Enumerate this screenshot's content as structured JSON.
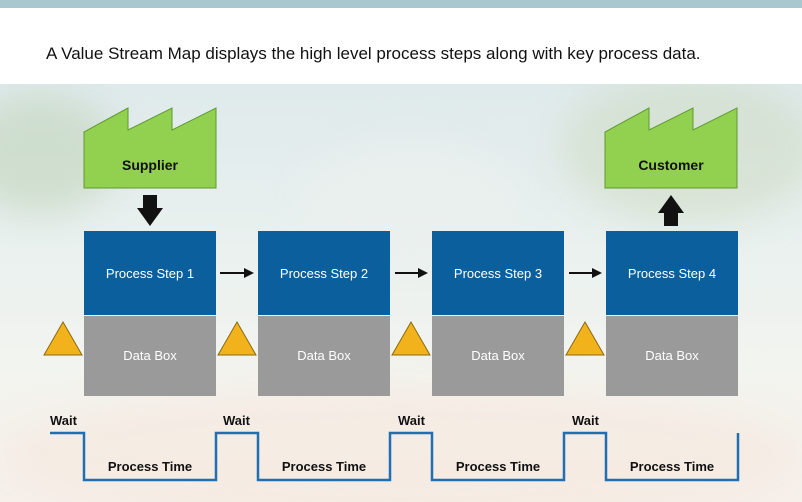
{
  "caption": "A Value Stream Map displays the high level process steps along with key process data.",
  "supplier_label": "Supplier",
  "customer_label": "Customer",
  "process_steps": [
    "Process Step 1",
    "Process Step 2",
    "Process Step 3",
    "Process Step 4"
  ],
  "data_box_label": "Data Box",
  "wait_label": "Wait",
  "process_time_label": "Process Time",
  "colors": {
    "factory_green": "#92d050",
    "process_blue": "#0b5f9d",
    "data_gray": "#9a9a9a",
    "inventory_yellow": "#f2b21b",
    "timeline_blue": "#1f6fb2"
  }
}
